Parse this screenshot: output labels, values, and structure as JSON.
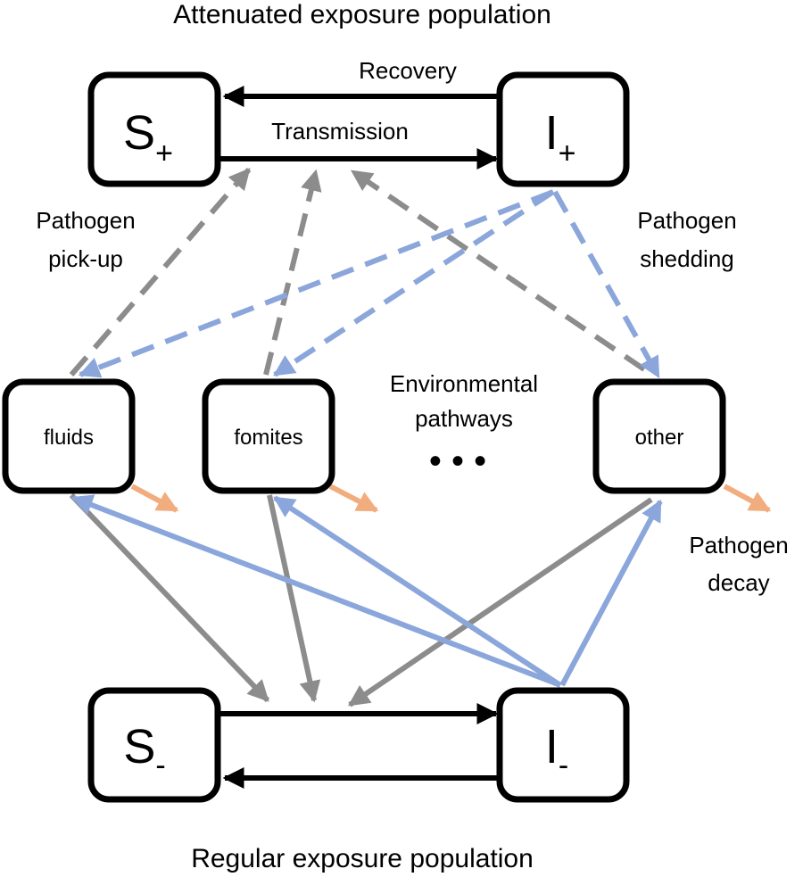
{
  "diagram": {
    "title_top": "Attenuated exposure population",
    "title_bottom": "Regular exposure population",
    "compartments": {
      "s_plus": {
        "letter": "S",
        "sub": "+"
      },
      "i_plus": {
        "letter": "I",
        "sub": "+"
      },
      "s_minus": {
        "letter": "S",
        "sub": "-"
      },
      "i_minus": {
        "letter": "I",
        "sub": "-"
      }
    },
    "reservoirs": {
      "fluids": "fluids",
      "fomites": "fomites",
      "other": "other"
    },
    "labels": {
      "recovery": "Recovery",
      "transmission": "Transmission",
      "pickup_line1": "Pathogen",
      "pickup_line2": "pick-up",
      "shedding_line1": "Pathogen",
      "shedding_line2": "shedding",
      "env_line1": "Environmental",
      "env_line2": "pathways",
      "decay_line1": "Pathogen",
      "decay_line2": "decay"
    },
    "ellipsis": "• • •",
    "colors": {
      "black_arrow": "#000000",
      "pickup_gray": "#8c8c8c",
      "shedding_blue": "#8ba6db",
      "decay_orange": "#f2ad7e"
    }
  }
}
